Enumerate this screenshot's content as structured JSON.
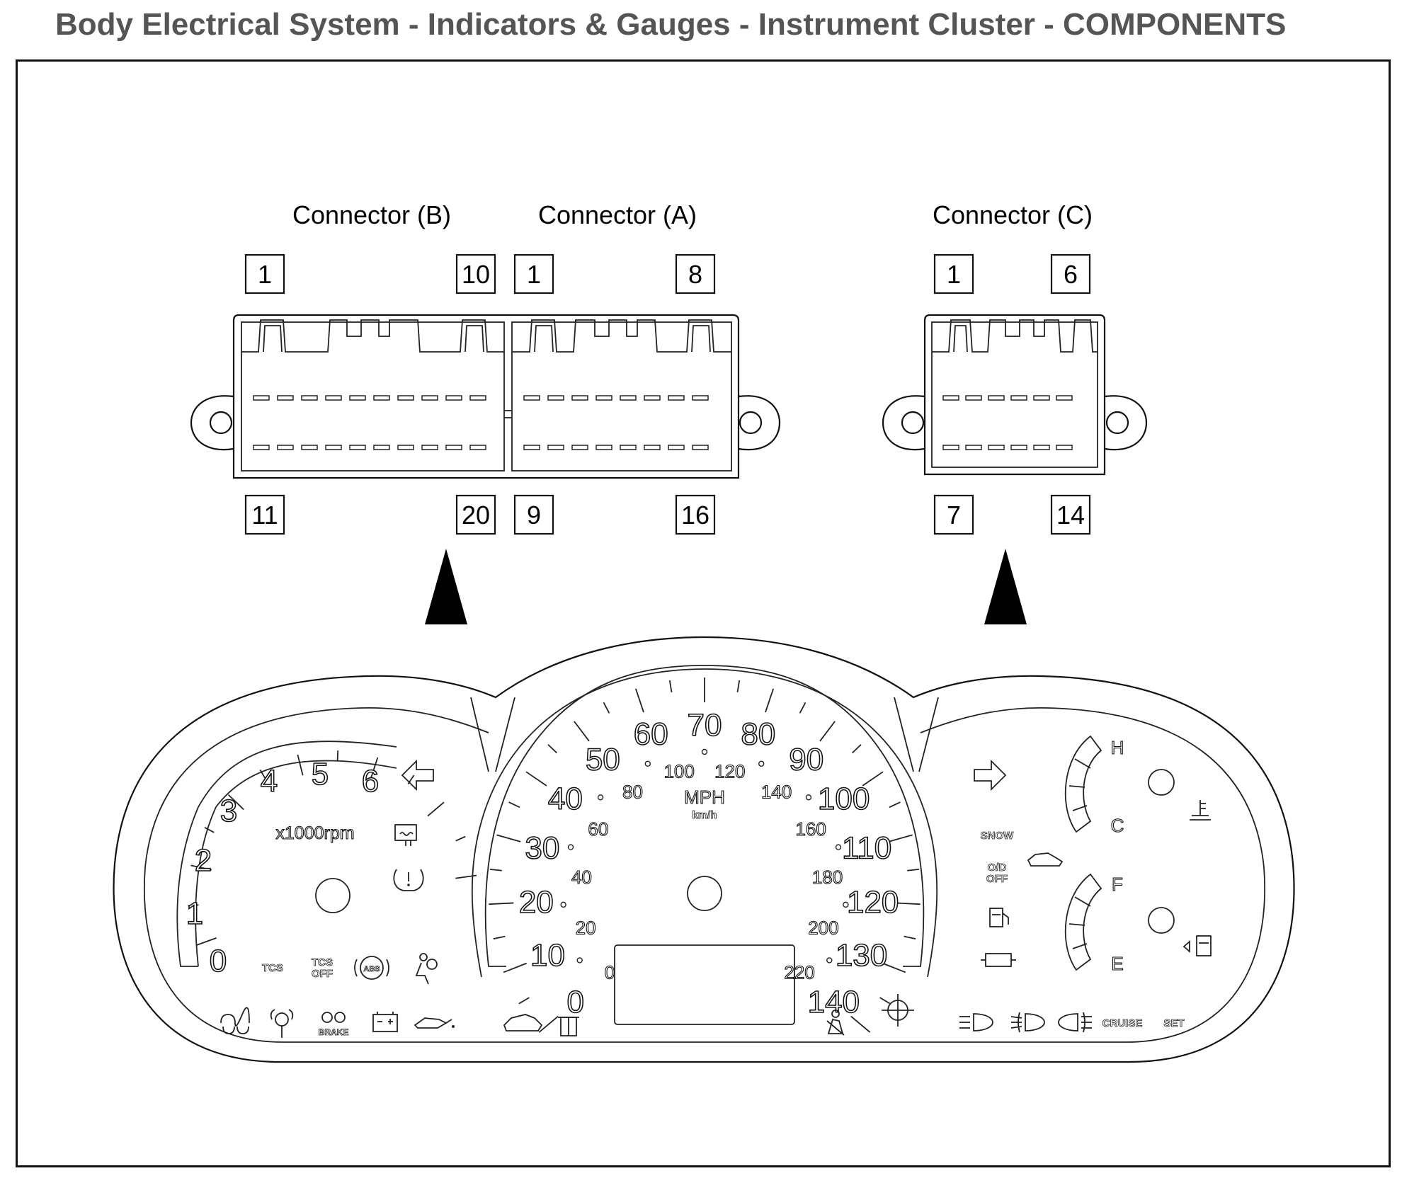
{
  "page": {
    "title": "Body Electrical System - Indicators & Gauges - Instrument Cluster - COMPONENTS"
  },
  "connectors": {
    "b": {
      "label": "Connector (B)",
      "pins": {
        "top_left": "1",
        "top_right": "10",
        "bottom_left": "11",
        "bottom_right": "20"
      }
    },
    "a": {
      "label": "Connector (A)",
      "pins": {
        "top_left": "1",
        "top_right": "8",
        "bottom_left": "9",
        "bottom_right": "16"
      }
    },
    "c": {
      "label": "Connector (C)",
      "pins": {
        "top_left": "1",
        "top_right": "6",
        "bottom_left": "7",
        "bottom_right": "14"
      }
    }
  },
  "tachometer": {
    "numbers": [
      "0",
      "1",
      "2",
      "3",
      "4",
      "5",
      "6"
    ],
    "unit": "x1000rpm"
  },
  "speedometer": {
    "mph_numbers": [
      "0",
      "10",
      "20",
      "30",
      "40",
      "50",
      "60",
      "70",
      "80",
      "90",
      "100",
      "110",
      "120",
      "130",
      "140"
    ],
    "kmh_numbers": [
      "0",
      "20",
      "40",
      "60",
      "80",
      "100",
      "120",
      "140",
      "160",
      "180",
      "200",
      "220"
    ],
    "unit_mph": "MPH",
    "unit_kmh": "km/h"
  },
  "temp_gauge": {
    "hot": "H",
    "cold": "C"
  },
  "fuel_gauge": {
    "full": "F",
    "empty": "E"
  },
  "indicators": {
    "tcs": "TCS",
    "tcs_off_1": "TCS",
    "tcs_off_2": "OFF",
    "abs": "ABS",
    "brake": "BRAKE",
    "snow": "SNOW",
    "od_off_1": "O/D",
    "od_off_2": "OFF",
    "cruise": "CRUISE",
    "set": "SET"
  },
  "colors": {
    "line": "#111111",
    "title": "#555555",
    "background": "#ffffff"
  }
}
